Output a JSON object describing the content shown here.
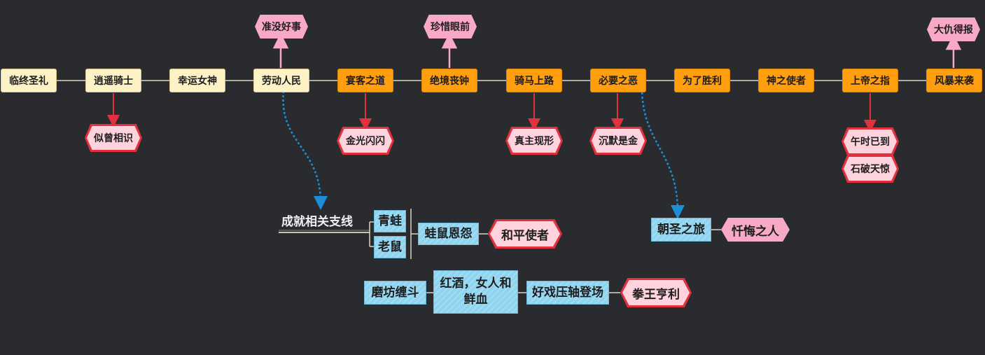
{
  "timeline": [
    {
      "label": "临终圣礼",
      "style": "cream"
    },
    {
      "label": "逍遥骑士",
      "style": "cream"
    },
    {
      "label": "幸运女神",
      "style": "cream"
    },
    {
      "label": "劳动人民",
      "style": "cream"
    },
    {
      "label": "宴客之道",
      "style": "orange"
    },
    {
      "label": "绝境丧钟",
      "style": "orange"
    },
    {
      "label": "骑马上路",
      "style": "orange"
    },
    {
      "label": "必要之恶",
      "style": "orange"
    },
    {
      "label": "为了胜利",
      "style": "orange"
    },
    {
      "label": "神之使者",
      "style": "orange"
    },
    {
      "label": "上帝之指",
      "style": "orange"
    },
    {
      "label": "风暴来袭",
      "style": "orange"
    }
  ],
  "above_nodes": [
    {
      "label": "准没好事",
      "parent": "劳动人民"
    },
    {
      "label": "珍惜眼前",
      "parent": "绝境丧钟"
    },
    {
      "label": "大仇得报",
      "parent": "风暴来袭"
    }
  ],
  "below_nodes": [
    {
      "label": "似曾相识",
      "parent": "逍遥骑士"
    },
    {
      "label": "金光闪闪",
      "parent": "宴客之道"
    },
    {
      "label": "真主现形",
      "parent": "骑马上路"
    },
    {
      "label": "沉默是金",
      "parent": "必要之恶"
    },
    {
      "label": "午时已到",
      "parent": "上帝之指"
    },
    {
      "label": "石破天惊",
      "parent": "上帝之指"
    }
  ],
  "branch_achievement": {
    "title": "成就相关支线",
    "options": [
      "青蛙",
      "老鼠"
    ],
    "merge": "蛙鼠恩怨",
    "result": "和平使者"
  },
  "branch_pilgrim": {
    "step": "朝圣之旅",
    "result": "忏悔之人"
  },
  "branch_boxing": {
    "steps": [
      "磨坊缠斗",
      "红酒，女人和鲜血",
      "好戏压轴登场"
    ],
    "step2_lines": [
      "红酒，女人和",
      "鲜血"
    ],
    "result": "拳王亨利"
  },
  "colors": {
    "background": "#2a2b2e",
    "cream": "#fdf2c6",
    "orange": "#ff9f0f",
    "pink": "#f7a9c6",
    "red": "#e2303c",
    "red_fill": "#ffd3de",
    "blue": "#8fd4ef",
    "dotted_link": "#1e8fd6",
    "line": "#d9d4c4"
  }
}
